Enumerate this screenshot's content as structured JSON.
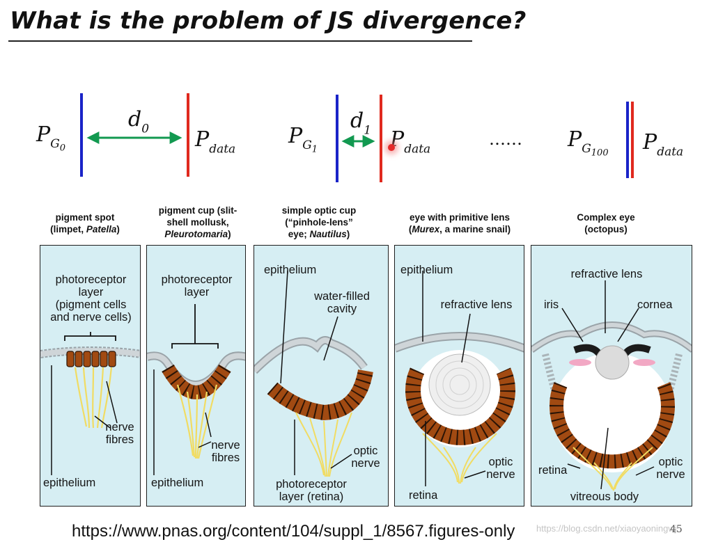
{
  "title": "What is the problem of JS divergence?",
  "row": {
    "g0": {
      "base": "P",
      "sub": "G",
      "subsub": "0"
    },
    "d0": {
      "base": "d",
      "sub": "0"
    },
    "data0": {
      "base": "P",
      "sub": "data"
    },
    "g1": {
      "base": "P",
      "sub": "G",
      "subsub": "1"
    },
    "d1": {
      "base": "d",
      "sub": "1"
    },
    "data1": {
      "base": "P",
      "sub": "data"
    },
    "dots": "……",
    "g100": {
      "base": "P",
      "sub": "G",
      "subsub": "100"
    },
    "data100": {
      "base": "P",
      "sub": "data"
    },
    "colors": {
      "generator": "#1a24c8",
      "data": "#e0291e",
      "arrow": "#129950"
    }
  },
  "stages": [
    {
      "title": [
        "pigment spot",
        "(limpet, Patella)"
      ]
    },
    {
      "title": [
        "pigment cup (slit-",
        "shell mollusk,",
        "Pleurotomaria)"
      ]
    },
    {
      "title": [
        "simple optic cup",
        "(“pinhole-lens”",
        "eye; Nautilus)"
      ]
    },
    {
      "title": [
        "eye with primitive lens",
        "(Murex, a marine snail)"
      ]
    },
    {
      "title": [
        "Complex eye",
        "(octopus)"
      ]
    }
  ],
  "labels": {
    "p1": {
      "photoreceptor": [
        "photoreceptor",
        "layer",
        "(pigment cells",
        "and nerve cells)"
      ],
      "nerve": [
        "nerve",
        "fibres"
      ],
      "epithelium": "epithelium"
    },
    "p2": {
      "photoreceptor": [
        "photoreceptor",
        "layer"
      ],
      "nerve": [
        "nerve",
        "fibres"
      ],
      "epithelium": "epithelium"
    },
    "p3": {
      "epithelium": "epithelium",
      "water": [
        "water-filled",
        "cavity"
      ],
      "optic": [
        "optic",
        "nerve"
      ],
      "photoreceptor": [
        "photoreceptor",
        "layer (retina)"
      ]
    },
    "p4": {
      "epithelium": "epithelium",
      "lens": "refractive lens",
      "optic": [
        "optic",
        "nerve"
      ],
      "retina": "retina"
    },
    "p5": {
      "lens": "refractive lens",
      "iris": "iris",
      "cornea": "cornea",
      "retina": "retina",
      "optic": [
        "optic",
        "nerve"
      ],
      "vitreous": "vitreous body"
    }
  },
  "footer": {
    "url": "https://www.pnas.org/content/104/suppl_1/8567.figures-only",
    "watermark": "https://blog.csdn.net/xiaoyaoningwj",
    "page": "45"
  }
}
